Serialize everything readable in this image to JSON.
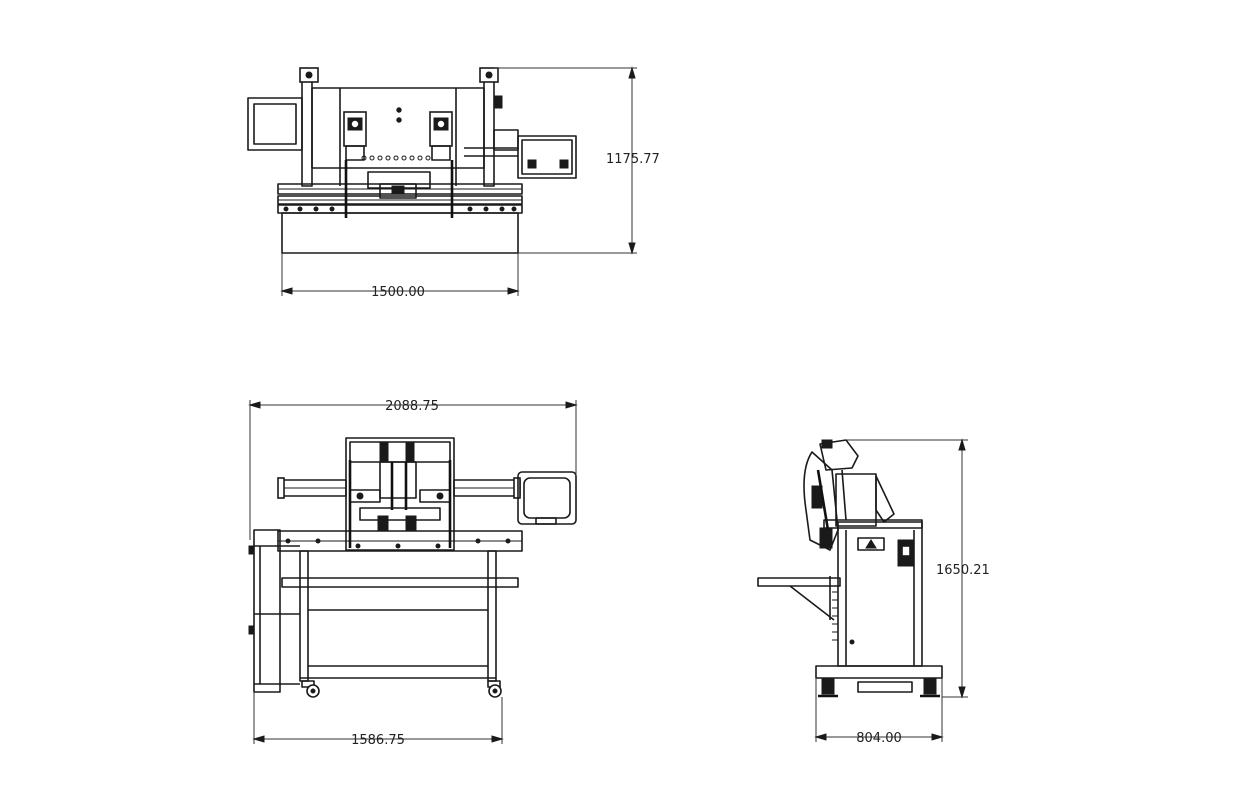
{
  "dimensions": {
    "top_width": "1500.00",
    "top_height": "1175.77",
    "front_top_width": "2088.75",
    "front_bottom_width": "1586.75",
    "side_height": "1650.21",
    "side_width": "804.00"
  }
}
